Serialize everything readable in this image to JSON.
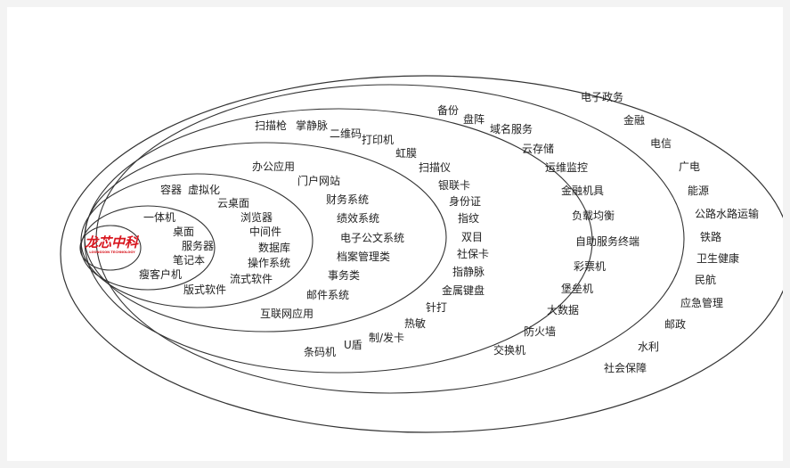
{
  "logo": {
    "name": "龙芯中科",
    "subtitle": "LOONGSON TECHNOLOGY",
    "color": "#d8161e"
  },
  "ring_colors": {
    "stroke": "#333333",
    "fill": "#ffffff"
  },
  "ring_labels": {
    "ring1": [
      "一体机",
      "桌面",
      "服务器",
      "笔记本",
      "瘦客户机"
    ],
    "ring2": [
      "容器",
      "虚拟化",
      "云桌面",
      "浏览器",
      "中间件",
      "数据库",
      "操作系统",
      "流式软件",
      "版式软件"
    ],
    "ring3": [
      "办公应用",
      "门户网站",
      "财务系统",
      "绩效系统",
      "电子公文系统",
      "档案管理类",
      "事务类",
      "邮件系统",
      "互联网应用"
    ],
    "ring4": [
      "扫描枪",
      "掌静脉",
      "二维码",
      "打印机",
      "虹膜",
      "扫描仪",
      "银联卡",
      "身份证",
      "指纹",
      "双目",
      "社保卡",
      "指静脉",
      "金属键盘",
      "针打",
      "热敏",
      "制/发卡",
      "U盾",
      "条码机"
    ],
    "ring5": [
      "备份",
      "盘阵",
      "域名服务",
      "云存储",
      "运维监控",
      "金融机具",
      "负载均衡",
      "自助服务终端",
      "彩票机",
      "堡垒机",
      "大数据",
      "防火墙",
      "交换机"
    ],
    "ring6": [
      "电子政务",
      "金融",
      "电信",
      "广电",
      "能源",
      "公路水路运输",
      "铁路",
      "卫生健康",
      "民航",
      "应急管理",
      "邮政",
      "水利",
      "社会保障"
    ]
  }
}
